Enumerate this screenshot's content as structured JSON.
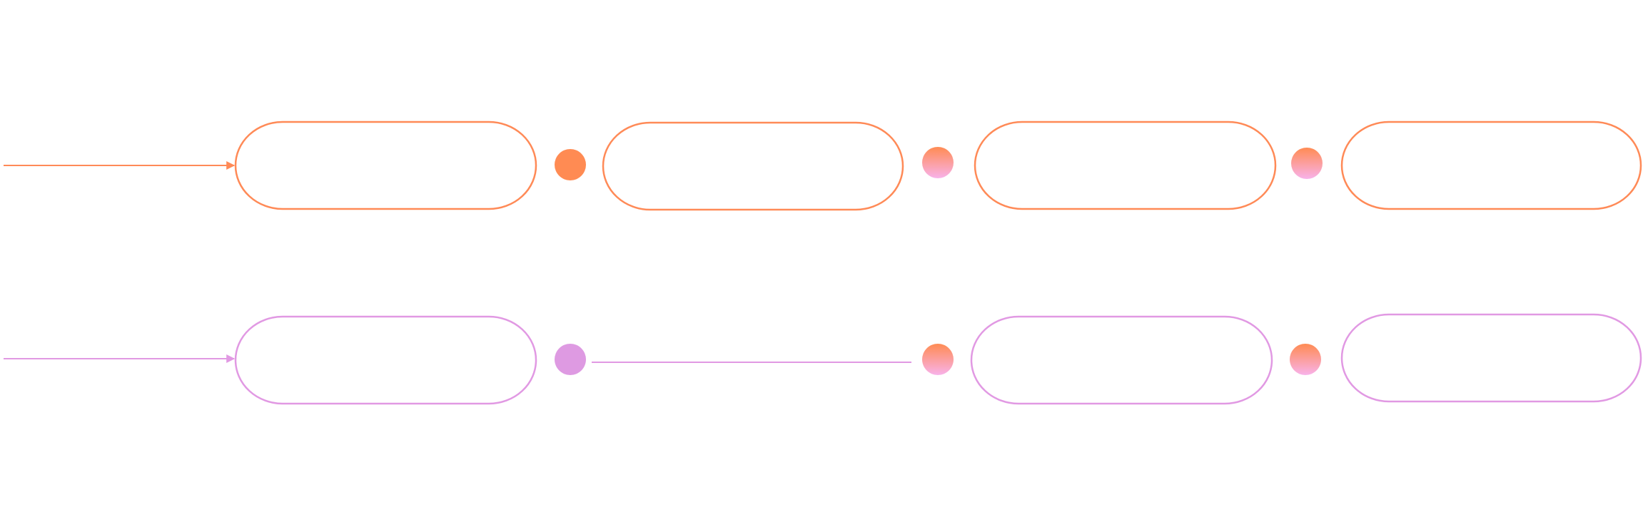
{
  "colors": {
    "orange": "#FF8A57",
    "orange_dot": "#FF8B53",
    "pink": "#F8B2EA",
    "purple": "#E199E3",
    "purple_dot": "#DE9AE2"
  },
  "rows": [
    {
      "name": "row-orange",
      "color_key": "orange",
      "pills": 4,
      "dots": [
        "solid-orange",
        "gradient",
        "gradient"
      ],
      "connector_between_pill_1_and_3": false
    },
    {
      "name": "row-purple",
      "color_key": "purple",
      "pills": 3,
      "dots": [
        "solid-purple",
        "gradient",
        "gradient"
      ],
      "connector_between_pill_1_and_3": true
    }
  ]
}
